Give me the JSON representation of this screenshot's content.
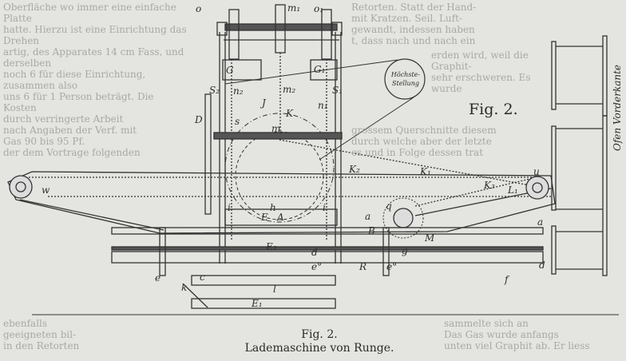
{
  "figure": {
    "number": "Fig. 2.",
    "caption": "Lademaschine von Runge.",
    "side_label": "Fig. 2.",
    "oven_label": "Ofen Vorderkante",
    "inset_label_line1": "Höchste-",
    "inset_label_line2": "Stellung",
    "part_labels": {
      "o": "o",
      "m1": "m₁",
      "o1": "o₁",
      "G": "G",
      "G1": "G₁",
      "S2": "S₂",
      "n2": "n₂",
      "m2": "m₂",
      "n1": "n₁",
      "S1": "S₁",
      "J": "J",
      "K": "K",
      "D": "D",
      "s": "s",
      "m": "m",
      "K2": "K₂",
      "K1": "K₁",
      "K3": "K₃",
      "L1": "L₁",
      "w": "w",
      "u": "u",
      "h": "h",
      "i": "i",
      "i2": "i",
      "E": "E",
      "A": "A",
      "a": "a",
      "B": "B",
      "q": "q",
      "M": "M",
      "E2": "E₂",
      "d": "d",
      "g": "g",
      "e1": "e°",
      "R": "R",
      "e2": "e°",
      "e": "e",
      "c": "c",
      "k": "k",
      "l": "l",
      "E1": "E₁",
      "a2": "a",
      "d2": "d",
      "f": "f"
    }
  },
  "bleed_through_text": {
    "right_column": [
      "Retorten. Statt der Hand-",
      "mit Kratzen. Seil. Luft-",
      "gewandt, indessen haben",
      "t, dass nach und nach ein",
      "erden wird, weil die Graphit-",
      "",
      "",
      "",
      "",
      "",
      "",
      "",
      "",
      "",
      "",
      "",
      "",
      "sehr erschweren. Es wurde",
      "grossem Querschnitte diesem",
      "durch welche aber der letzte",
      "es und in Folge dessen trat"
    ],
    "middle_column": [
      "Oberfläche wo immer eine einfache Platte",
      "hatte. Hierzu ist eine Einrichtung das Drehen",
      "artig, des Apparates 14 cm Fass, und derselben",
      "noch 6 für diese Einrichtung, zusammen also",
      "uns 6 für 1 Person beträgt. Die Kosten",
      "durch verringerte Arbeit",
      "nach Angaben der Verf. mit",
      "Gas 90 bis 95 Pf.",
      "der dem Vortrage folgenden",
      "",
      "ebenfalls",
      "geeigneten bil-",
      "in den Retorten",
      "sammelte sich an",
      "Das Gas wurde anfangs",
      "",
      "unten viel Graphit ab. Er liess"
    ]
  }
}
